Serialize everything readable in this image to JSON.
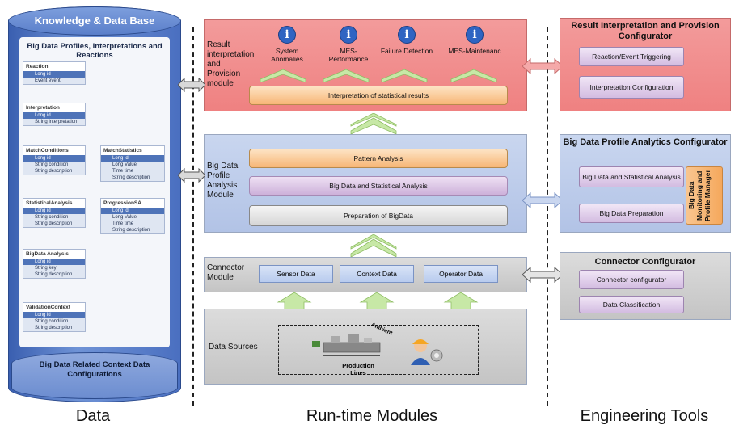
{
  "knowledge_base": {
    "title": "Knowledge & Data Base",
    "schema_title": "Big Data Profiles, Interpretations and Reactions",
    "tables": [
      {
        "name": "Reaction",
        "fields": [
          "Long id",
          "Event event"
        ]
      },
      {
        "name": "Interpretation",
        "fields": [
          "Long id",
          "String interpretation"
        ]
      },
      {
        "name": "MatchConditions",
        "fields": [
          "Long id",
          "String condition",
          "String description"
        ]
      },
      {
        "name": "MatchStatistics",
        "fields": [
          "Long id",
          "Long Value",
          "Time time",
          "String description"
        ]
      },
      {
        "name": "StatisticalAnalysis",
        "fields": [
          "Long id",
          "String condition",
          "String description"
        ]
      },
      {
        "name": "ProgressionSA",
        "fields": [
          "Long id",
          "Long Value",
          "Time time",
          "String description"
        ]
      },
      {
        "name": "BigData Analysis",
        "fields": [
          "Long id",
          "String key",
          "String description"
        ]
      },
      {
        "name": "ValidationContext",
        "fields": [
          "Long id",
          "String condition",
          "String description"
        ]
      }
    ],
    "bottom_label": "Big Data Related Context Data Configurations"
  },
  "runtime": {
    "result_module": {
      "label": "Result interpretation and Provision module",
      "icons": [
        {
          "icon": "info-icon",
          "label": "System Anomalies"
        },
        {
          "icon": "info-icon",
          "label": "MES-Performance"
        },
        {
          "icon": "info-icon",
          "label": "Failure Detection"
        },
        {
          "icon": "info-icon",
          "label": "MES-Maintenanc"
        }
      ],
      "bar": "Interpretation of statistical results"
    },
    "analysis_module": {
      "label": "Big Data Profile Analysis Module",
      "pattern": "Pattern Analysis",
      "stat": "Big Data and Statistical Analysis",
      "prep": "Preparation of BigData"
    },
    "connector_module": {
      "label": "Connector Module",
      "sources": [
        "Sensor Data",
        "Context Data",
        "Operator Data"
      ]
    },
    "data_sources": {
      "label": "Data Sources",
      "ambient": "Ambient",
      "lines": "Production Lines"
    }
  },
  "engineering": {
    "result_config": {
      "title": "Result Interpretation and Provision Configurator",
      "items": [
        "Reaction/Event Triggering",
        "Interpretation Configuration"
      ]
    },
    "analytics_config": {
      "title": "Big Data Profile Analytics Configurator",
      "items": [
        "Big Data and Statistical Analysis",
        "Big Data Preparation"
      ],
      "side": "Big Data Monitoring and Profile Manager"
    },
    "connector_config": {
      "title": "Connector Configurator",
      "items": [
        "Connector configurator",
        "Data Classification"
      ]
    }
  },
  "columns": {
    "data": "Data",
    "runtime": "Run-time Modules",
    "engineering": "Engineering Tools"
  },
  "colors": {
    "result": "#ef8181",
    "analysis": "#b2c3e6",
    "connector": "#c4c4c4",
    "cylinder": "#4a6fc0"
  }
}
